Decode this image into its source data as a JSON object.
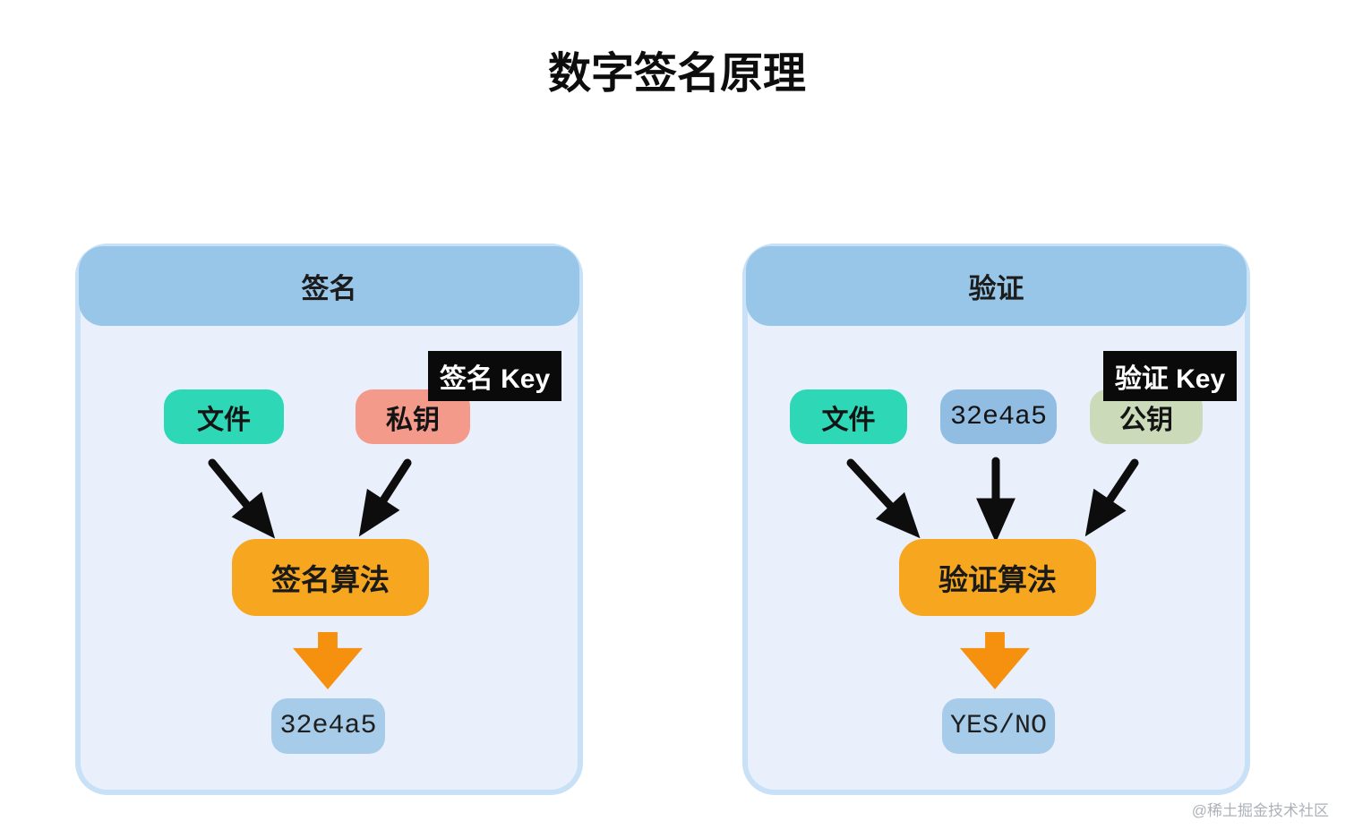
{
  "title": "数字签名原理",
  "watermark": "@稀土掘金技术社区",
  "colors": {
    "panel_border": "#c8e1f6",
    "panel_body": "#e9effb",
    "panel_header": "#97c6e9",
    "key_label_bg": "#0a0a0a",
    "algorithm_bg": "#f6a71f",
    "down_arrow": "#f6900f",
    "output_bg": "#a6cce9",
    "arrow_black": "#0d0d0d",
    "chip_file": "#2ed8b6",
    "chip_private_key": "#f49a8b",
    "chip_digest": "#92bde2",
    "chip_public_key": "#cbdbba"
  },
  "panels": [
    {
      "header": "签名",
      "key_label": "签名 Key",
      "inputs": [
        {
          "label": "文件",
          "color": "#2ed8b6"
        },
        {
          "label": "私钥",
          "color": "#f49a8b"
        }
      ],
      "algorithm": "签名算法",
      "output": "32e4a5"
    },
    {
      "header": "验证",
      "key_label": "验证 Key",
      "inputs": [
        {
          "label": "文件",
          "color": "#2ed8b6"
        },
        {
          "label": "32e4a5",
          "color": "#92bde2"
        },
        {
          "label": "公钥",
          "color": "#cbdbba"
        }
      ],
      "algorithm": "验证算法",
      "output": "YES/NO"
    }
  ]
}
